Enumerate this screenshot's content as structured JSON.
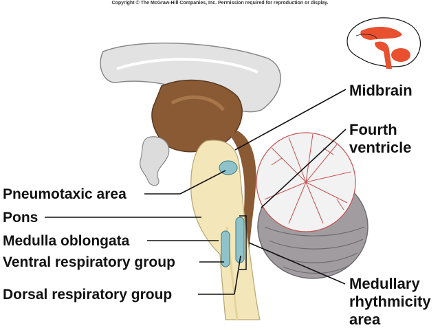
{
  "copyright": "Copyright © The McGraw-Hill Companies, Inc. Permission required for reproduction or display.",
  "labels": {
    "midbrain": "Midbrain",
    "fourth_ventricle_line1": "Fourth",
    "fourth_ventricle_line2": "ventricle",
    "pneumotaxic_area": "Pneumotaxic area",
    "pons": "Pons",
    "medulla_oblongata": "Medulla oblongata",
    "ventral_respiratory_group": "Ventral respiratory group",
    "dorsal_respiratory_group": "Dorsal respiratory group",
    "medullary_line1": "Medullary",
    "medullary_line2": "rhythmicity",
    "medullary_line3": "area"
  },
  "colors": {
    "brainstem": "#f3e6b8",
    "brown": "#8a5a34",
    "white_matter": "#e6e6e6",
    "cerebellum": "#a09ca0",
    "respiratory_group": "#8fc3cc",
    "inset_highlight": "#e8502f"
  }
}
